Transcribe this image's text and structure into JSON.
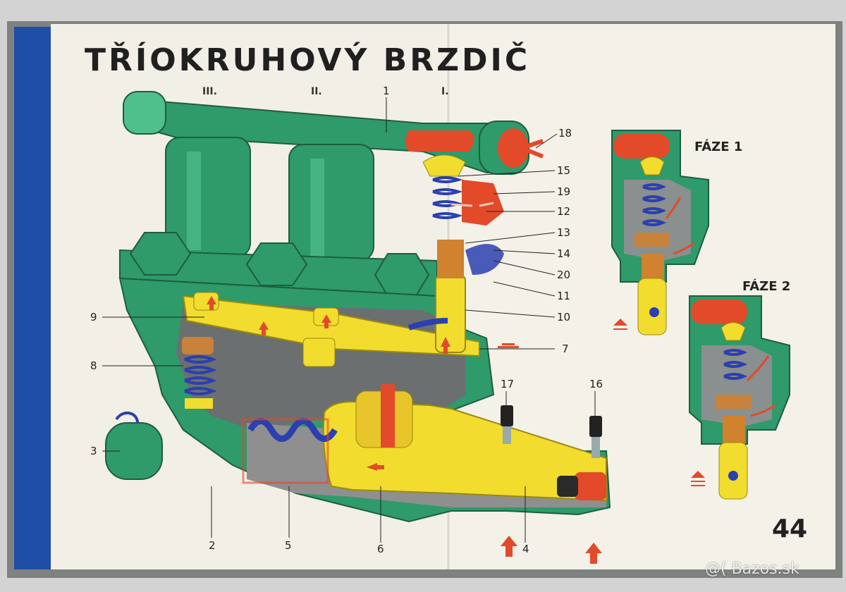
{
  "title": "TŘÍOKRUHOVÝ BRZDIČ",
  "circuits": [
    "III.",
    "II.",
    "I."
  ],
  "callouts_left": [
    "9",
    "8",
    "3"
  ],
  "callouts_bottom": [
    "2",
    "5",
    "6",
    "4"
  ],
  "callouts_top": [
    "1",
    "17",
    "16"
  ],
  "callouts_right": [
    "18",
    "15",
    "19",
    "12",
    "13",
    "14",
    "20",
    "11",
    "10",
    "7"
  ],
  "phase1_label": "FÁZE 1",
  "phase2_label": "FÁZE 2",
  "page_number": "44",
  "watermark": "@( Bazos.sk",
  "colors": {
    "green": "#2f9a6a",
    "green_light": "#4fbf8b",
    "red": "#e24a2a",
    "yellow": "#f2dc2e",
    "blue": "#2a3fb0",
    "book_blue": "#1f4ea6",
    "paper": "#f2efe6"
  }
}
